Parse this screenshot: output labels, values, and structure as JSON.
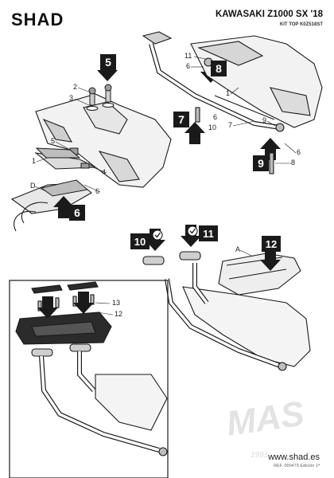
{
  "header": {
    "brand": "SHAD",
    "model": "KAWASAKI Z1000 SX '18",
    "kit_code": "KIT TOP K0Z518ST"
  },
  "steps": {
    "s5": "5",
    "s6": "6",
    "s7": "7",
    "s8": "8",
    "s9": "9",
    "s10": "10",
    "s11": "11",
    "s12": "12"
  },
  "labels": {
    "n1": "1",
    "n2": "2",
    "n3": "3",
    "n4": "4",
    "n5": "5",
    "n6": "6",
    "n7": "7",
    "n8": "8",
    "n9": "9",
    "n10": "10",
    "n11": "11",
    "n12": "12",
    "n13": "13",
    "partA": "A",
    "partD": "D"
  },
  "footer": {
    "website": "www.shad.es",
    "ref": "REF. 000479 Edición 1ª"
  },
  "watermark": {
    "text": "MAS",
    "year": "1991"
  },
  "colors": {
    "step_box": "#1a1a1a",
    "step_text": "#ffffff",
    "line": "#1a1a1a",
    "gray": "#bdbdbd",
    "dark_plate": "#2b2b2b"
  },
  "icons": [
    "arrow-down-icon",
    "arrow-up-icon",
    "check-circle-icon"
  ]
}
